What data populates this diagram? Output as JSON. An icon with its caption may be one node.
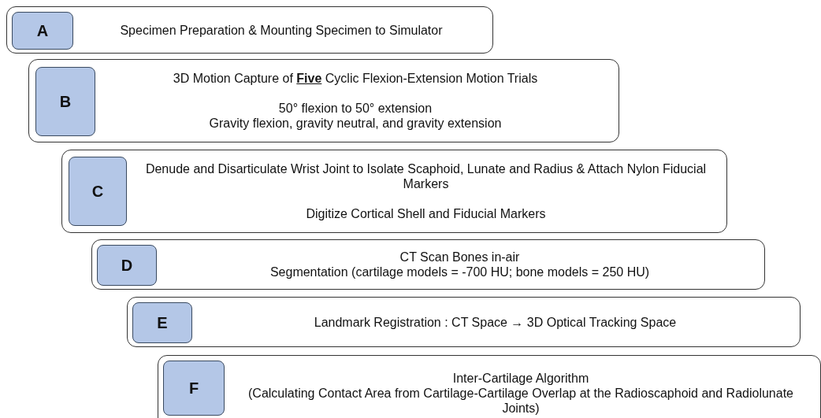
{
  "diagram": {
    "nodes": [
      {
        "text": [
          "Specimen Preparation & Mounting Specimen to Simulator"
        ]
      },
      {
        "text": [
          "A"
        ],
        "in": 0
      },
      {
        "text": [
          "3D Motion Capture of **Five** Cyclic Flexion-Extension Motion Trials",
          "50° flexion to 50° extension",
          "Gravity flexion, gravity neutral, and gravity extension"
        ]
      },
      {
        "text": [
          "B"
        ],
        "in": 2
      },
      {
        "text": [
          "Denude and Disarticulate Wrist Joint to Isolate Scaphoid, Lunate and Radius & Attach Nylon Fiducial Markers",
          "Digitize Cortical Shell and Fiducial Markers"
        ]
      },
      {
        "text": [
          "C"
        ],
        "in": 4
      },
      {
        "text": [
          "CT Scan Bones in-air",
          "Segmentation (cartilage models = -700 HU; bone models = 250 HU)"
        ]
      },
      {
        "text": [
          "D"
        ],
        "in": 6
      },
      {
        "text": [
          "Landmark Registration : CT Space → 3D Optical Tracking Space"
        ]
      },
      {
        "text": [
          "E"
        ],
        "in": 8
      },
      {
        "text": [
          "Inter-Cartilage Algorithm",
          "(Calculating Contact Area from Cartilage-Cartilage Overlap at the Radioscaphoid and Radiolunate Joints)"
        ]
      },
      {
        "text": [
          "F"
        ],
        "in": 10
      }
    ],
    "edges": []
  }
}
